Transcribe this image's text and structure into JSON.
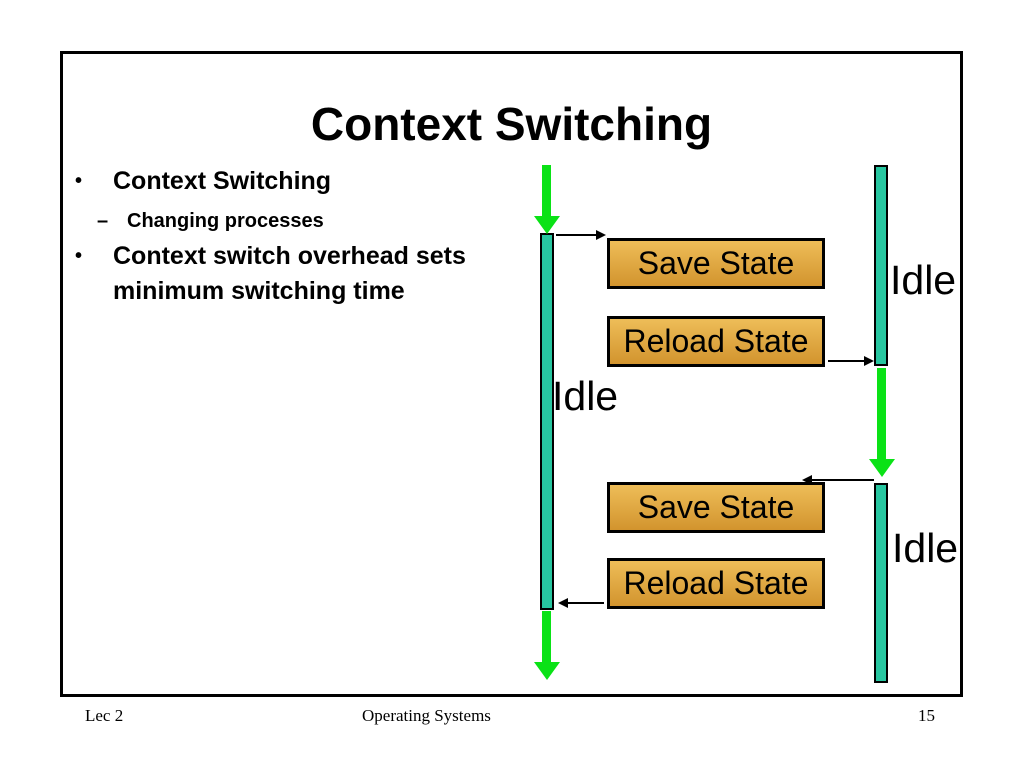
{
  "slide": {
    "title": "Context Switching",
    "bullets": {
      "b1": {
        "marker": "•",
        "text": "Context Switching"
      },
      "sub": {
        "marker": "–",
        "text": "Changing processes"
      },
      "b2": {
        "marker": "•",
        "text": "Context switch overhead sets minimum switching time"
      }
    }
  },
  "diagram": {
    "boxes": {
      "save_state_1": "Save State",
      "reload_state_1": "Reload State",
      "save_state_2": "Save State",
      "reload_state_2": "Reload State"
    },
    "idle_labels": {
      "right_top": "Idle",
      "middle_left": "Idle",
      "right_bottom": "Idle"
    },
    "colors": {
      "process_bar_fill": "#27c6a0",
      "execution_arrow_green": "#0ae216",
      "state_box_gradient_top": "#eebd58",
      "state_box_gradient_bottom": "#d2942e",
      "outline_black": "#000000"
    }
  },
  "footer": {
    "lecture": "Lec 2",
    "course": "Operating Systems",
    "page_number": "15"
  }
}
